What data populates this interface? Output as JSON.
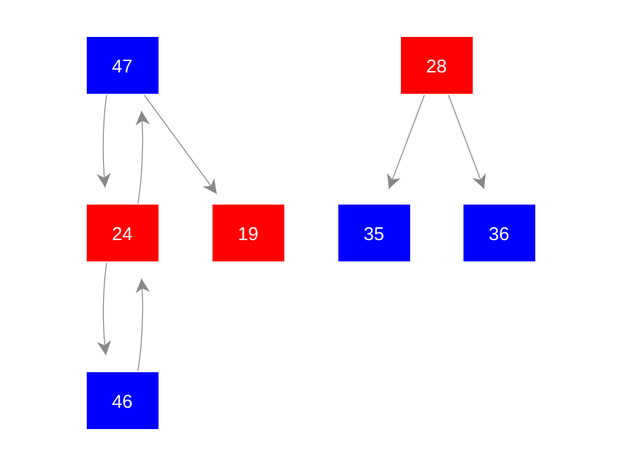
{
  "graph": {
    "colors": {
      "red": "#ff0000",
      "blue": "#0000ff",
      "edge": "#888888",
      "label": "#ffffff"
    },
    "nodes": [
      {
        "id": "n47",
        "label": "47",
        "color": "blue"
      },
      {
        "id": "n24",
        "label": "24",
        "color": "red"
      },
      {
        "id": "n19",
        "label": "19",
        "color": "red"
      },
      {
        "id": "n46",
        "label": "46",
        "color": "blue"
      },
      {
        "id": "n28",
        "label": "28",
        "color": "red"
      },
      {
        "id": "n35",
        "label": "35",
        "color": "blue"
      },
      {
        "id": "n36",
        "label": "36",
        "color": "blue"
      }
    ],
    "edges": [
      {
        "from": "n47",
        "to": "n24"
      },
      {
        "from": "n24",
        "to": "n47"
      },
      {
        "from": "n47",
        "to": "n19"
      },
      {
        "from": "n24",
        "to": "n46"
      },
      {
        "from": "n46",
        "to": "n24"
      },
      {
        "from": "n28",
        "to": "n35"
      },
      {
        "from": "n28",
        "to": "n36"
      }
    ]
  }
}
